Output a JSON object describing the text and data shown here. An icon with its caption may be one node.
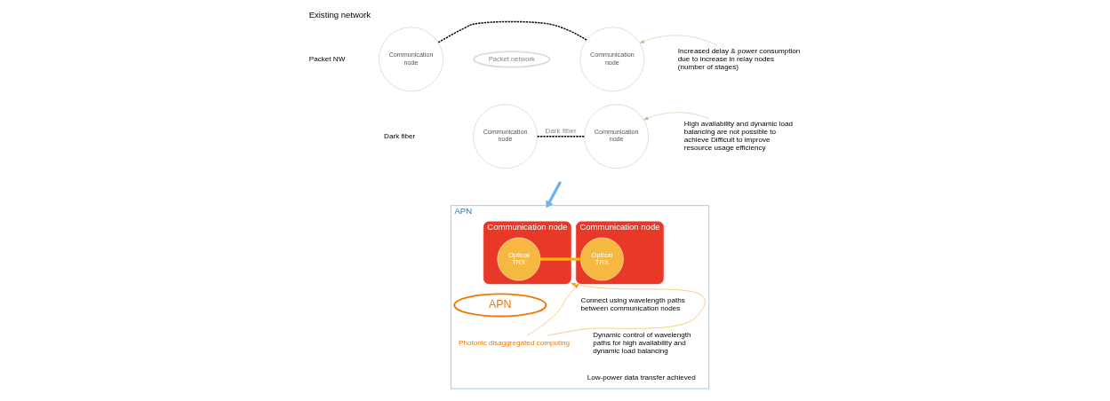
{
  "diagram": {
    "title": "Existing network",
    "nodes": [
      {
        "text": [
          "Communication node"
        ]
      },
      {
        "text": [
          "Packet network"
        ]
      },
      {
        "text": [
          "Communication node"
        ]
      },
      {
        "text": [
          "Communication node"
        ]
      },
      {
        "text": [
          "Communication node"
        ]
      },
      {
        "text": [
          "Increased delay & power consumption due to increase in relay nodes (number of stages)"
        ]
      },
      {
        "text": [
          "High availability and dynamic load balancing are not possible to achieve Difficult to improve resource usage efficiency"
        ]
      },
      {
        "text": [
          "APN"
        ]
      },
      {
        "text": [
          "Communication node"
        ],
        "in": 7
      },
      {
        "text": [
          "Optical TRX"
        ],
        "in": 8
      },
      {
        "text": [
          "APN"
        ],
        "in": 7
      },
      {
        "text": [
          "Communication node"
        ],
        "in": 7
      },
      {
        "text": [
          "Optical TRX"
        ],
        "in": 11
      },
      {
        "text": [
          "Photonic disaggregated computing"
        ],
        "in": 7
      },
      {
        "text": [
          "Connect using wavelength paths between communication nodes"
        ],
        "in": 7
      },
      {
        "text": [
          "Dynamic control of wavelength paths for high availability and dynamic load balancing"
        ],
        "in": 7
      },
      {
        "text": [
          "Low-power data transfer achieved"
        ],
        "in": 7
      }
    ],
    "edges": [
      {
        "from": 0,
        "to": 2,
        "arrow": "none",
        "style": "dashed"
      },
      {
        "from": 3,
        "to": 4,
        "arrow": "none",
        "style": "dashed",
        "label": "Dark fiber"
      },
      {
        "from": 5,
        "to": 2,
        "arrow": "to",
        "color": "#c8b48a"
      },
      {
        "from": 6,
        "to": 4,
        "arrow": "to",
        "color": "#c8b48a"
      },
      {
        "from": null,
        "to": 7,
        "arrow": "to",
        "style": "thick",
        "color": "#6fb3e8"
      },
      {
        "from": 9,
        "to": 12,
        "arrow": "none",
        "style": "thick",
        "color": "#f5b800"
      },
      {
        "from": 13,
        "to": 8,
        "arrow": "to",
        "color": "#f39800"
      },
      {
        "from": 13,
        "to": 11,
        "arrow": "to",
        "color": "#f39800"
      }
    ],
    "labels": [
      "Packet NW",
      "Dark fiber"
    ]
  }
}
